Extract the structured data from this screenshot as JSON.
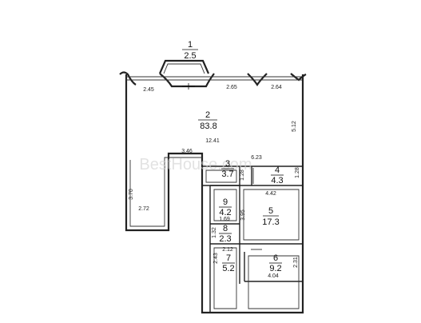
{
  "watermark": "BestHouse.com",
  "rooms": [
    {
      "number": "1",
      "area": "2.5"
    },
    {
      "number": "2",
      "area": "83.8"
    },
    {
      "number": "3",
      "area": "3.7"
    },
    {
      "number": "4",
      "area": "4.3"
    },
    {
      "number": "5",
      "area": "17.3"
    },
    {
      "number": "6",
      "area": "9.2"
    },
    {
      "number": "7",
      "area": "5.2"
    },
    {
      "number": "8",
      "area": "2.3"
    },
    {
      "number": "9",
      "area": "4.2"
    }
  ],
  "dimensions": {
    "top_left": "2.45",
    "top_middle": "2.65",
    "top_right": "2.64",
    "right_side": "5.12",
    "main_length": "12.41",
    "corridor_width": "3.46",
    "left_lower": "3.70",
    "left_lower_width": "2.72",
    "r3_top": "6.23",
    "r3_side": "1.28",
    "r4_side": "1.28",
    "r5_width": "4.42",
    "r5_side": "3.95",
    "r9_width": "1.69",
    "r8_side": "1.32",
    "r7_width": "2.12",
    "r7_side": "2.43",
    "r6_side": "2.31",
    "r6_width": "4.04"
  }
}
